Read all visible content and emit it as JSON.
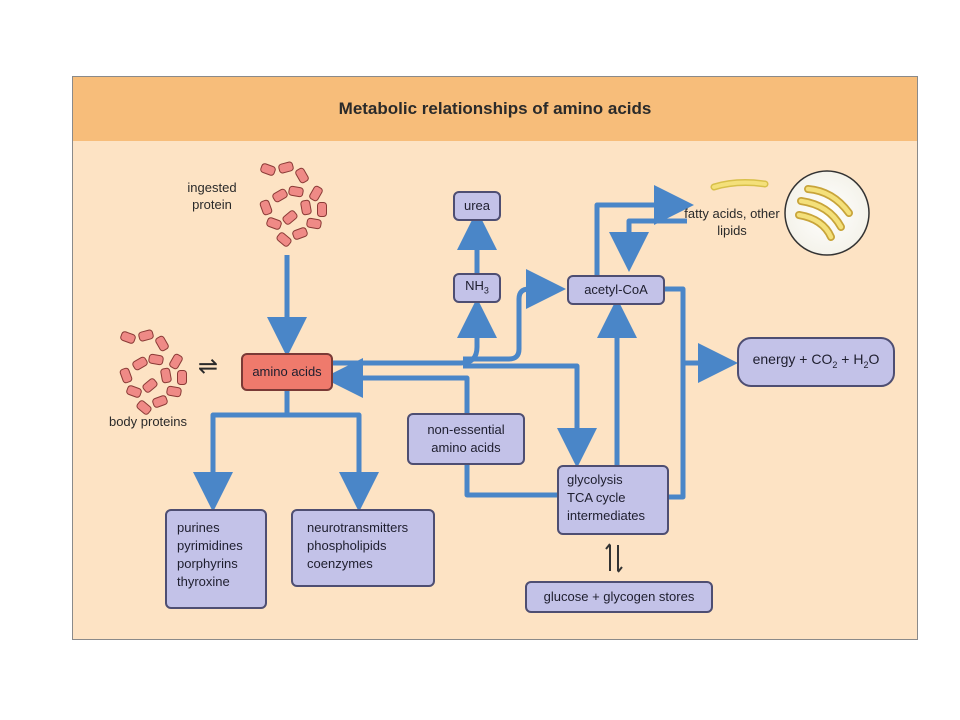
{
  "title": "Metabolic relationships of amino acids",
  "labels": {
    "ingested_protein": [
      "ingested",
      "protein"
    ],
    "body_proteins": "body proteins",
    "fatty_acids": [
      "fatty acids,",
      "other lipids"
    ],
    "equilibrium_symbol": "⇌",
    "glycolysis_glucose_symbol": "⇅"
  },
  "nodes": {
    "amino_acids": "amino acids",
    "urea": "urea",
    "nh3": {
      "base": "NH",
      "sub": "3"
    },
    "acetyl_coa": "acetyl-CoA",
    "energy": {
      "part1": "energy + CO",
      "sub1": "2",
      "part2": " + H",
      "sub2": "2",
      "part3": "O"
    },
    "non_essential": [
      "non-essential",
      "amino acids"
    ],
    "glycolysis": [
      "glycolysis",
      "TCA cycle",
      "intermediates"
    ],
    "glucose": "glucose + glycogen stores",
    "purines": [
      "purines",
      "pyrimidines",
      "porphyrins",
      "thyroxine"
    ],
    "neuro": [
      "neurotransmitters",
      "phospholipids",
      "coenzymes"
    ]
  },
  "colors": {
    "frame_bg": "#fde3c4",
    "title_bg": "#f7bd7a",
    "arrow": "#4a86c8",
    "node_fill": "#c3c2e8",
    "node_border": "#4e4e72",
    "amino_fill": "#ef7a6c",
    "protein_fill": "#ef8a86",
    "lipid_fill": "#f4e07a"
  }
}
